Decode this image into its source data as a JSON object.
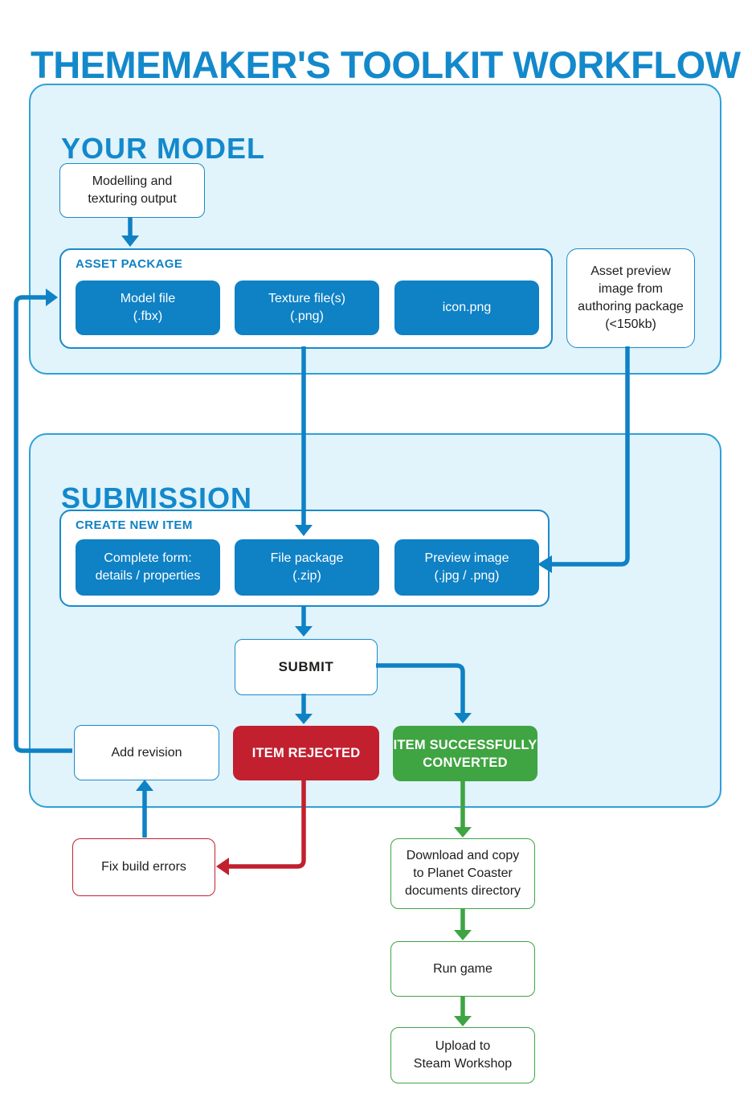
{
  "title": "THEMEMAKER'S TOOLKIT WORKFLOW",
  "colors": {
    "blue_accent": "#1389cb",
    "blue_node_fill": "#0f81c5",
    "section_fill": "#e1f3fb",
    "section_border": "#2fa0d9",
    "red": "#c2202f",
    "green": "#3fa442",
    "text_dark": "#1d1d1b"
  },
  "your_model": {
    "heading": "YOUR MODEL",
    "modelling_output": {
      "lines": [
        "Modelling and",
        "texturing output"
      ]
    },
    "asset_package": {
      "heading": "ASSET PACKAGE",
      "items": [
        {
          "lines": [
            "Model file",
            "(.fbx)"
          ]
        },
        {
          "lines": [
            "Texture file(s)",
            "(.png)"
          ]
        },
        {
          "lines": [
            "icon.png"
          ]
        }
      ]
    },
    "asset_preview": {
      "lines": [
        "Asset preview",
        "image from",
        "authoring package",
        "(<150kb)"
      ]
    }
  },
  "submission": {
    "heading": "SUBMISSION",
    "create_new_item": {
      "heading": "CREATE NEW ITEM",
      "items": [
        {
          "lines": [
            "Complete form:",
            "details / properties"
          ]
        },
        {
          "lines": [
            "File package",
            "(.zip)"
          ]
        },
        {
          "lines": [
            "Preview image",
            "(.jpg / .png)"
          ]
        }
      ]
    },
    "submit": {
      "label": "SUBMIT"
    },
    "item_rejected": {
      "label": "ITEM REJECTED"
    },
    "item_converted": {
      "lines": [
        "ITEM SUCCESSFULLY",
        "CONVERTED"
      ]
    },
    "add_revision": {
      "label": "Add revision"
    }
  },
  "post_conversion": {
    "fix_build_errors": {
      "label": "Fix build errors"
    },
    "download_copy": {
      "lines": [
        "Download and copy",
        "to Planet Coaster",
        "documents directory"
      ]
    },
    "run_game": {
      "label": "Run game"
    },
    "upload_workshop": {
      "lines": [
        "Upload to",
        "Steam Workshop"
      ]
    }
  }
}
